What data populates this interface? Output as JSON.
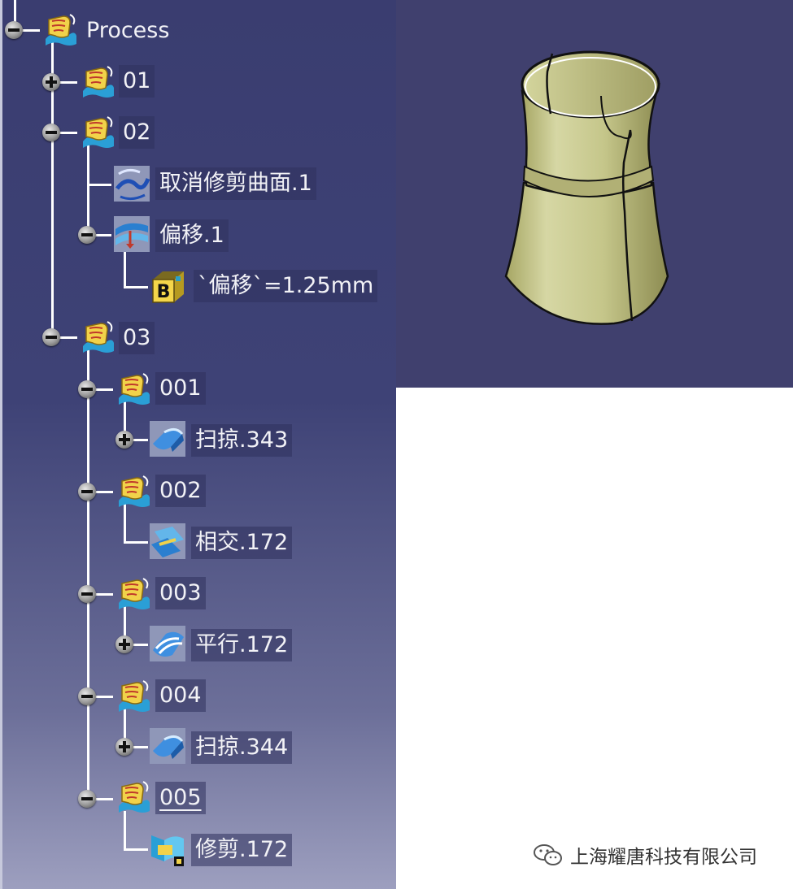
{
  "tree": {
    "root": {
      "label": "Process",
      "state": "expanded"
    },
    "nodes": [
      {
        "label": "01",
        "type": "geometrical-set",
        "state": "collapsed"
      },
      {
        "label": "02",
        "type": "geometrical-set",
        "state": "expanded"
      },
      {
        "label": "取消修剪曲面.1",
        "type": "untrim-surface"
      },
      {
        "label": "偏移.1",
        "type": "offset-surface",
        "state": "expanded"
      },
      {
        "label": "`偏移`=1.25mm",
        "type": "parameter"
      },
      {
        "label": "03",
        "type": "geometrical-set",
        "state": "expanded"
      },
      {
        "label": "001",
        "type": "geometrical-set",
        "state": "expanded"
      },
      {
        "label": "扫掠.343",
        "type": "sweep",
        "state": "collapsed"
      },
      {
        "label": "002",
        "type": "geometrical-set",
        "state": "expanded"
      },
      {
        "label": "相交.172",
        "type": "intersection"
      },
      {
        "label": "003",
        "type": "geometrical-set",
        "state": "expanded"
      },
      {
        "label": "平行.172",
        "type": "parallel-curve",
        "state": "collapsed"
      },
      {
        "label": "004",
        "type": "geometrical-set",
        "state": "expanded"
      },
      {
        "label": "扫掠.344",
        "type": "sweep",
        "state": "collapsed"
      },
      {
        "label": "005",
        "type": "geometrical-set",
        "state": "expanded",
        "selected": true
      },
      {
        "label": "修剪.172",
        "type": "trim"
      }
    ]
  },
  "viewport": {
    "background": "#40406e",
    "model_color": "#c9ca8e"
  },
  "watermark": {
    "text": "上海耀唐科技有限公司",
    "icon": "wechat-icon"
  }
}
